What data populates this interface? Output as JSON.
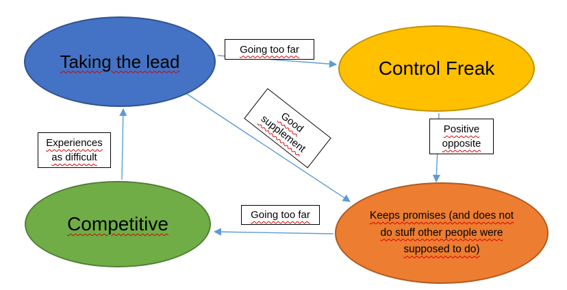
{
  "nodes": {
    "taking_the_lead": {
      "label": "Taking the lead",
      "fill": "#4472C4",
      "border": "#2F528F"
    },
    "control_freak": {
      "label": "Control Freak",
      "fill": "#FFC000",
      "border": "#BF9000"
    },
    "competitive": {
      "label": "Competitive",
      "fill": "#70AD47",
      "border": "#507E32"
    },
    "keeps_promises": {
      "line1": "Keeps promises (and does not",
      "line2": "do stuff other people were",
      "line3": "supposed to do)",
      "fill": "#ED7D31",
      "border": "#AE5A21"
    }
  },
  "edge_labels": {
    "going_too_far_top": "Going too far",
    "good_supplement": {
      "line1": "Good",
      "line2": "supplement"
    },
    "positive_opposite": {
      "line1": "Positive",
      "line2": "opposite"
    },
    "going_too_far_bottom": "Going too far",
    "experiences_as_difficult": {
      "line1": "Experiences",
      "line2": "as difficult"
    }
  },
  "edges": [
    {
      "from": "Taking the lead",
      "to": "Control Freak",
      "label": "Going too far"
    },
    {
      "from": "Taking the lead",
      "to": "Keeps promises",
      "label": "Good supplement"
    },
    {
      "from": "Control Freak",
      "to": "Keeps promises",
      "label": "Positive opposite"
    },
    {
      "from": "Keeps promises",
      "to": "Competitive",
      "label": "Going too far"
    },
    {
      "from": "Competitive",
      "to": "Taking the lead",
      "label": "Experiences as difficult"
    }
  ],
  "colors": {
    "background": "#ffffff",
    "connector": "#5B9BD5",
    "label_box_border": "#000000",
    "spellcheck_underline": "#d40000",
    "text": "#000000"
  }
}
